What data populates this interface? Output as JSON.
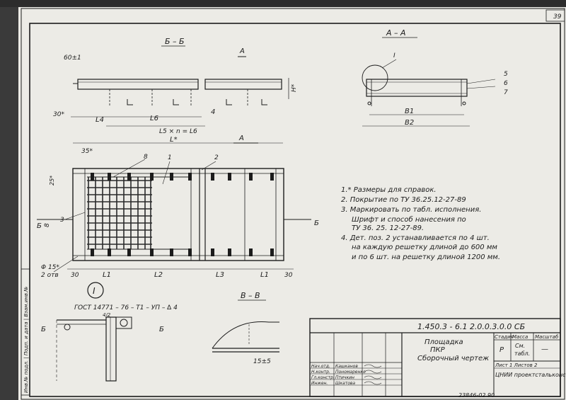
{
  "sheet": {
    "corner_mark": "39",
    "margin_stamp": "Инв.№ подл. | Подп. и дата | Взам.инв.№"
  },
  "views": {
    "section_bb": "Б – Б",
    "section_aa": "А – А",
    "section_vv": "В – В",
    "mark_a": "А",
    "mark_b": "Б",
    "detail_i": "I",
    "weld_spec": "ГОСТ 14771 – 76 – Т1 – УП – ∆ 4",
    "weld_size": "4/2"
  },
  "dims": {
    "d_60": "60±1",
    "d_h": "Н*",
    "d_30_top": "30*",
    "d_l4": "L4",
    "d_l6": "L6",
    "d_l5_formula": "L5 × n = L6",
    "d_lstar": "L*",
    "d_35": "35*",
    "d_25": "25*",
    "d_8": "8",
    "d_hole": "Φ 15*",
    "d_hole_qty": "2 отв",
    "d_30_left": "30",
    "d_30_right": "30",
    "d_l1": "L1",
    "d_l2": "L2",
    "d_l3": "L3",
    "d_b1": "В1",
    "d_b2": "В2",
    "d_15": "15±5"
  },
  "callouts": {
    "c1": "1",
    "c2": "2",
    "c3": "3",
    "c4": "4",
    "c5": "5",
    "c6": "6",
    "c7": "7",
    "c8": "8"
  },
  "notes": [
    "1.* Размеры для справок.",
    "2. Покрытие по ТУ 36.25.12-27-89",
    "3. Маркировать по табл. исполнения.",
    "Шрифт и способ нанесения по",
    "ТУ 36. 25. 12-27-89.",
    "4. Дет. поз. 2 устанавливается по 4 шт.",
    "на каждую решетку длиной до 600 мм",
    "и по 6 шт. на решетку длиной 1200 мм."
  ],
  "title_block": {
    "code": "1.450.3 - 6.1 2.0.0.3.0.0 СБ",
    "name_1": "Площадка",
    "name_2": "ПКР",
    "drawing_type": "Сборочный чертеж",
    "hdr_stage": "Стадия",
    "hdr_mass": "Масса",
    "hdr_scale": "Масштаб",
    "stage": "Р",
    "mass_1": "См.",
    "mass_2": "табл.",
    "scale": "—",
    "sheet_info": "Лист 1   Листов 2",
    "org_1": "ЦНИИ проектстальконструкция",
    "org_2": "",
    "roles": [
      "Нач.отд.",
      "Н.контр.",
      "Гл.констр.",
      "Инжен."
    ],
    "people": [
      "Кашканов",
      "Пономаренко",
      "Птичкин",
      "Шкатова"
    ],
    "archive_no": "23846-02   90"
  }
}
